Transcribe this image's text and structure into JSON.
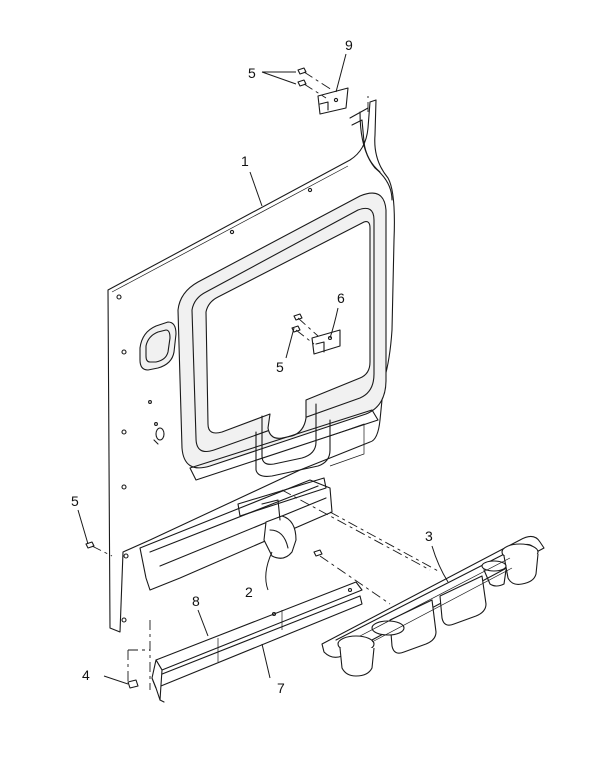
{
  "diagram": {
    "type": "exploded parts view",
    "callouts": {
      "c1": "1",
      "c2": "2",
      "c3": "3",
      "c4": "4",
      "c5a": "5",
      "c5b": "5",
      "c5c": "5",
      "c6": "6",
      "c7": "7",
      "c8": "8",
      "c9": "9"
    }
  }
}
